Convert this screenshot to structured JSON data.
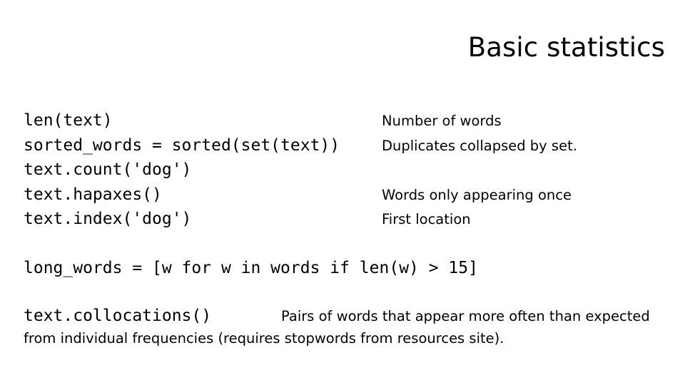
{
  "slide": {
    "title": "Basic statistics",
    "background_color": "#ffffff",
    "text_color": "#000000"
  },
  "api_table": {
    "rows": [
      {
        "code": "len(text)",
        "description": "Number of words"
      },
      {
        "code": "sorted_words = sorted(set(text))",
        "description": "Duplicates collapsed by set."
      },
      {
        "code": "text.count('dog')",
        "description": ""
      },
      {
        "code": "text.hapaxes()",
        "description": "Words only appearing once"
      },
      {
        "code": "text.index('dog')",
        "description": "First location"
      }
    ]
  },
  "code_block": {
    "line": "long_words = [w for w in words if len(w) > 15]"
  },
  "bottom_block": {
    "code": "text.collocations()",
    "note_line_1": "Pairs of words that appear more often than expected",
    "note_line_2": "from individual frequencies (requires stopwords from resources site)."
  }
}
